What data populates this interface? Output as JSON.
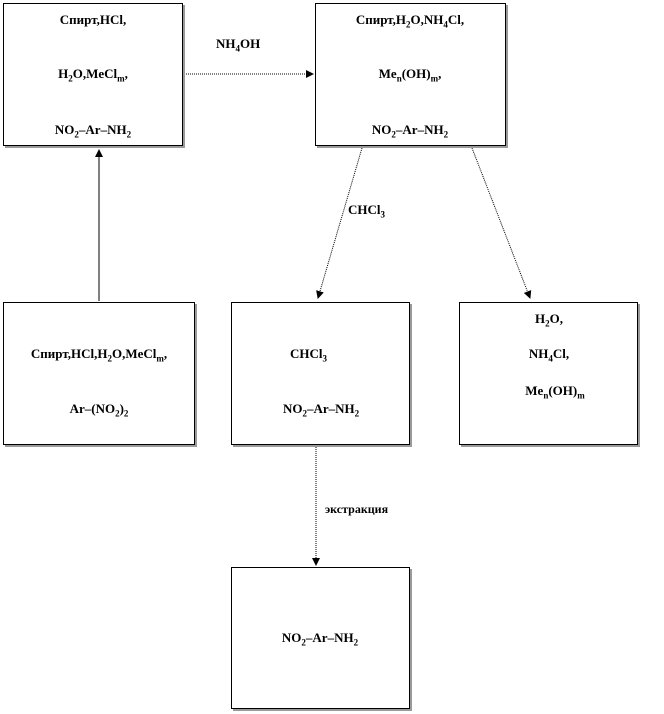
{
  "box_a": {
    "line1": "Спирт,HCl,",
    "line2": {
      "a": "H",
      "b": "2",
      "c": "O,MeCl",
      "d": "m",
      "e": ","
    },
    "line3": {
      "a": "NO",
      "b": "2",
      "c": "–Ar–NH",
      "d": "2"
    }
  },
  "box_b": {
    "line1": {
      "a": "Спирт,H",
      "b": "2",
      "c": "O,NH",
      "d": "4",
      "e": "Cl,"
    },
    "line2": {
      "a": "Me",
      "b": "n",
      "c": "(OH)",
      "d": "m",
      "e": ","
    },
    "line3": {
      "a": "NO",
      "b": "2",
      "c": "–Ar–NH",
      "d": "2"
    }
  },
  "box_c": {
    "line1": {
      "a": "Спирт,HCl,H",
      "b": "2",
      "c": "O,MeCl",
      "d": "m",
      "e": ","
    },
    "line2": {
      "a": "Ar–(NO",
      "b": "2",
      "c": ")",
      "d": "2"
    }
  },
  "box_d": {
    "line1": {
      "a": "CHCl",
      "b": "3"
    },
    "line2": {
      "a": "NO",
      "b": "2",
      "c": "–Ar–NH",
      "d": "2"
    }
  },
  "box_e": {
    "line1": {
      "a": "H",
      "b": "2",
      "c": "O,"
    },
    "line2": {
      "a": "NH",
      "b": "4",
      "c": "Cl,"
    },
    "line3": {
      "a": "Me",
      "b": "n",
      "c": "(OH)",
      "d": "m"
    }
  },
  "box_f": {
    "line1": {
      "a": "NO",
      "b": "2",
      "c": "–Ar–NH",
      "d": "2"
    }
  },
  "labels": {
    "nh4oh": {
      "a": "NH",
      "b": "4",
      "c": "OH"
    },
    "chcl3": {
      "a": "CHCl",
      "b": "3"
    },
    "extraction": "экстракция"
  }
}
